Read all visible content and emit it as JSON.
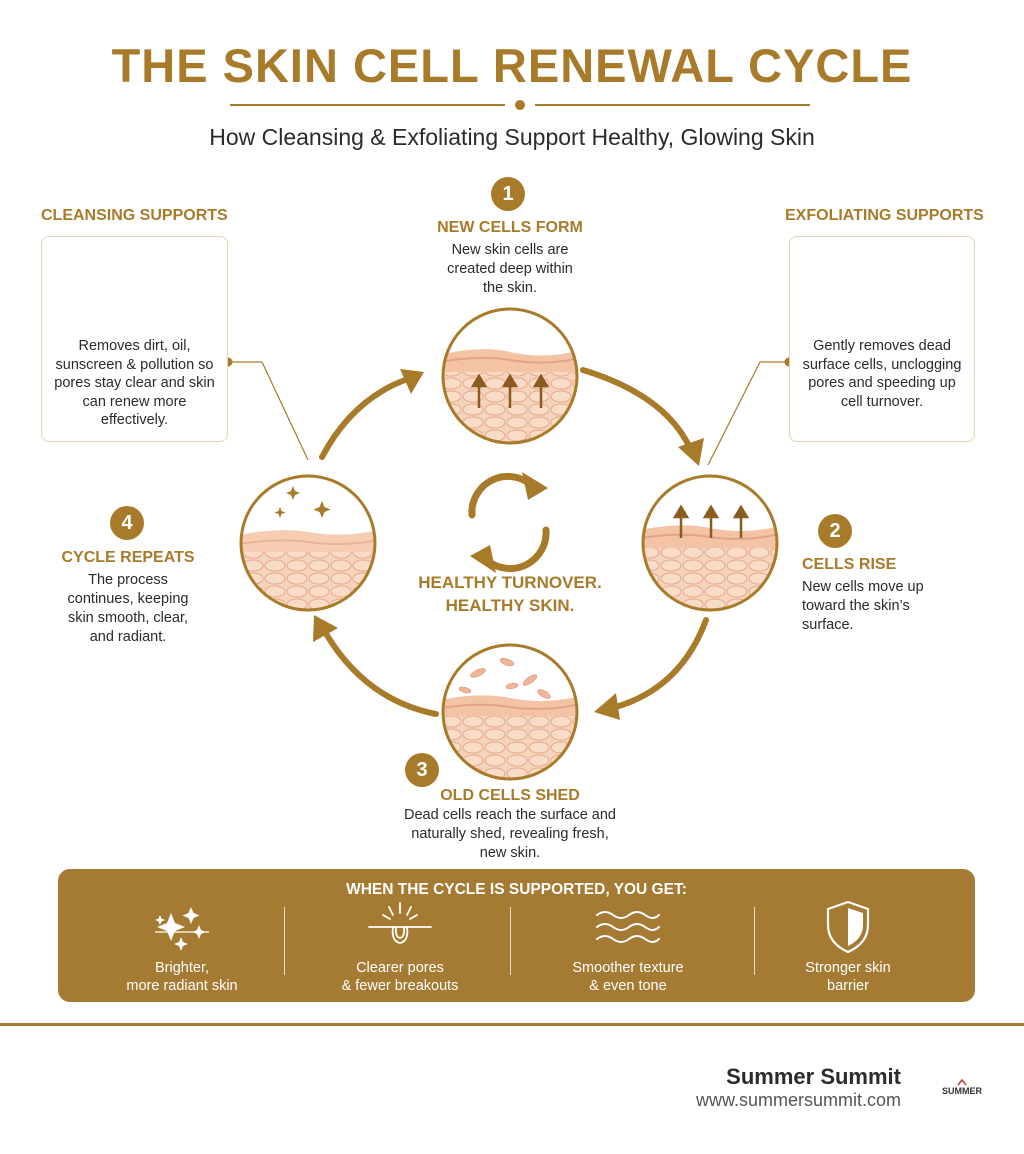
{
  "header": {
    "title": "THE SKIN CELL RENEWAL CYCLE",
    "subtitle": "How Cleansing & Exfoliating Support Healthy, Glowing Skin"
  },
  "cleansing": {
    "heading": "CLEANSING SUPPORTS",
    "icon": "cleanser-bottle-icon",
    "text": "Removes dirt, oil, sunscreen & pollution so pores stay clear and skin can renew more effectively."
  },
  "exfoliating": {
    "heading": "EXFOLIATING SUPPORTS",
    "icon": "exfoliant-bowl-icon",
    "text": "Gently removes dead surface cells, unclogging pores and speeding up cell turnover."
  },
  "steps": [
    {
      "number": "1",
      "title": "NEW CELLS FORM",
      "text": "New skin cells are created deep within the skin."
    },
    {
      "number": "2",
      "title": "CELLS RISE",
      "text": "New cells move up toward the skin’s surface."
    },
    {
      "number": "3",
      "title": "OLD CELLS SHED",
      "text": "Dead cells reach the surface and naturally shed, revealing fresh, new skin."
    },
    {
      "number": "4",
      "title": "CYCLE REPEATS",
      "text": "The process continues, keeping skin smooth, clear, and radiant."
    }
  ],
  "center": {
    "icon": "cycle-arrows-icon",
    "line1": "HEALTHY TURNOVER.",
    "line2": "HEALTHY SKIN."
  },
  "benefits": {
    "title": "WHEN THE CYCLE IS SUPPORTED, YOU GET:",
    "items": [
      {
        "icon": "sparkles-icon",
        "line1": "Brighter,",
        "line2": "more radiant skin"
      },
      {
        "icon": "pore-icon",
        "line1": "Clearer pores",
        "line2": "& fewer breakouts"
      },
      {
        "icon": "waves-icon",
        "line1": "Smoother texture",
        "line2": "& even tone"
      },
      {
        "icon": "shield-icon",
        "line1": "Stronger skin",
        "line2": "barrier"
      }
    ]
  },
  "footer": {
    "brand": "Summer Summit",
    "url": "www.summersummit.com",
    "logo_text": "SUMMER"
  },
  "colors": {
    "accent": "#a87b2a",
    "banner": "#a57a33",
    "skin": "#f6cdb3",
    "skin_line": "#e2a487"
  }
}
